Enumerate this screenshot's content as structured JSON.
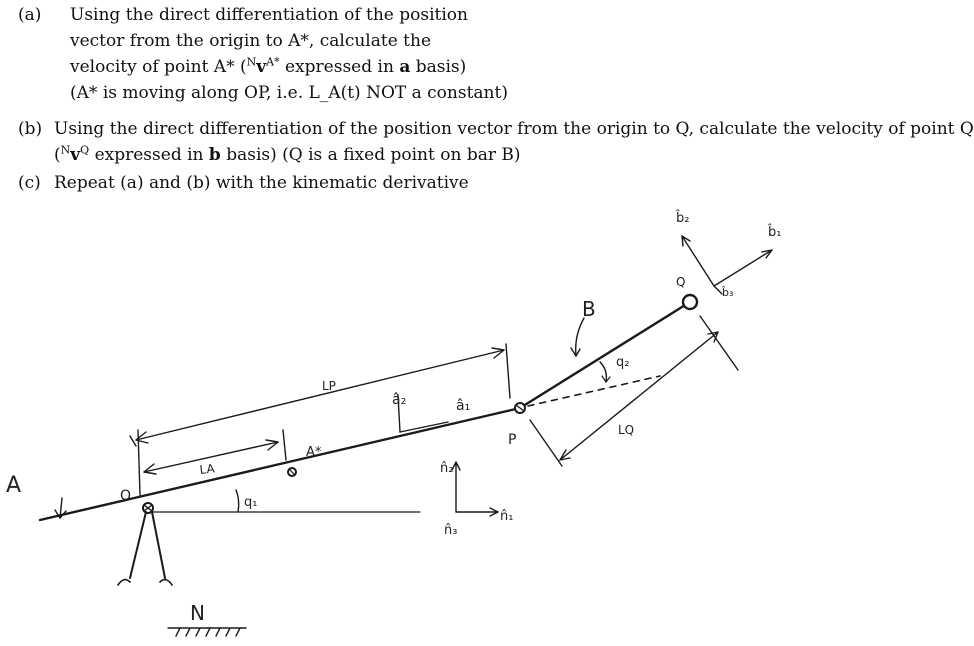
{
  "questions": {
    "a": {
      "tag": "(a)",
      "line1": "Using the direct differentiation of the position",
      "line2": "vector from the origin to A*, calculate the",
      "line3_pre": "velocity of point A* (",
      "line3_sup": "N",
      "line3_v": "v",
      "line3_sub": "A*",
      "line3_post": " expressed in ",
      "line3_bold": "a",
      "line3_end": " basis)",
      "line4": "(A* is moving along OP, i.e. L_A(t) NOT a constant)"
    },
    "b": {
      "tag": "(b)",
      "line1": "Using the direct differentiation of the position vector from the origin to Q, calculate the velocity of point Q",
      "line2_pre": "(",
      "line2_sup": "N",
      "line2_v": "v",
      "line2_sub": "Q",
      "line2_post": " expressed in ",
      "line2_bold": "b",
      "line2_end": " basis) (Q is a fixed point on bar B)"
    },
    "c": {
      "tag": "(c)",
      "line1": "Repeat (a) and (b) with the kinematic derivative"
    }
  },
  "diagram": {
    "labels": {
      "body_A": "A",
      "origin_O": "O",
      "L_A": "LA",
      "q1": "q₁",
      "A_star": "A*",
      "L_P": "LP",
      "a2_hat": "â₂",
      "a1_hat": "â₁",
      "point_P": "P",
      "n2_hat": "n̂₂",
      "n1_hat": "n̂₁",
      "n3_hat": "n̂₃",
      "body_B": "B",
      "q2": "q₂",
      "L_Q": "LQ",
      "point_Q": "Q",
      "b2_hat": "b̂₂",
      "b1_hat": "b̂₁",
      "b3_hat": "b̂₃",
      "ground_N": "N"
    }
  }
}
